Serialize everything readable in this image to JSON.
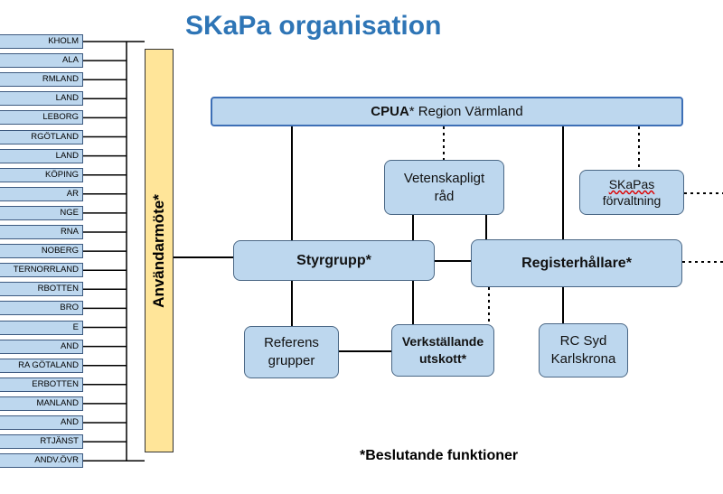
{
  "title": "SKaPa organisation",
  "regions": [
    "KHOLM",
    "ALA",
    "RMLAND",
    "LAND",
    "LEBORG",
    "RGÖTLAND",
    "LAND",
    "KÖPING",
    "AR",
    "NGE",
    "RNA",
    "NOBERG",
    "TERNORRLAND",
    "RBOTTEN",
    "BRO",
    "E",
    "AND",
    "RA GÖTALAND",
    "ERBOTTEN",
    "MANLAND",
    "AND",
    "RTJÄNST",
    "ANDV.ÖVR"
  ],
  "anvandarmote": "Användarmöte*",
  "cpua": {
    "bold": "CPUA",
    "rest": "* Region Värmland"
  },
  "vetenskapligt": [
    "Vetenskapligt",
    "råd"
  ],
  "skapas": {
    "first": "SKaPas",
    "second": "förvaltning"
  },
  "styrgrupp": "Styrgrupp*",
  "registerhallare": "Registerhållare*",
  "referens": [
    "Referens",
    "grupper"
  ],
  "verkstallande": [
    "Verkställande",
    "utskott*"
  ],
  "rcsyd": [
    "RC Syd",
    "Karlskrona"
  ],
  "note": "*Beslutande funktioner",
  "colors": {
    "title": "#2e75b6",
    "box": "#bdd7ee",
    "anv": "#ffe599"
  }
}
